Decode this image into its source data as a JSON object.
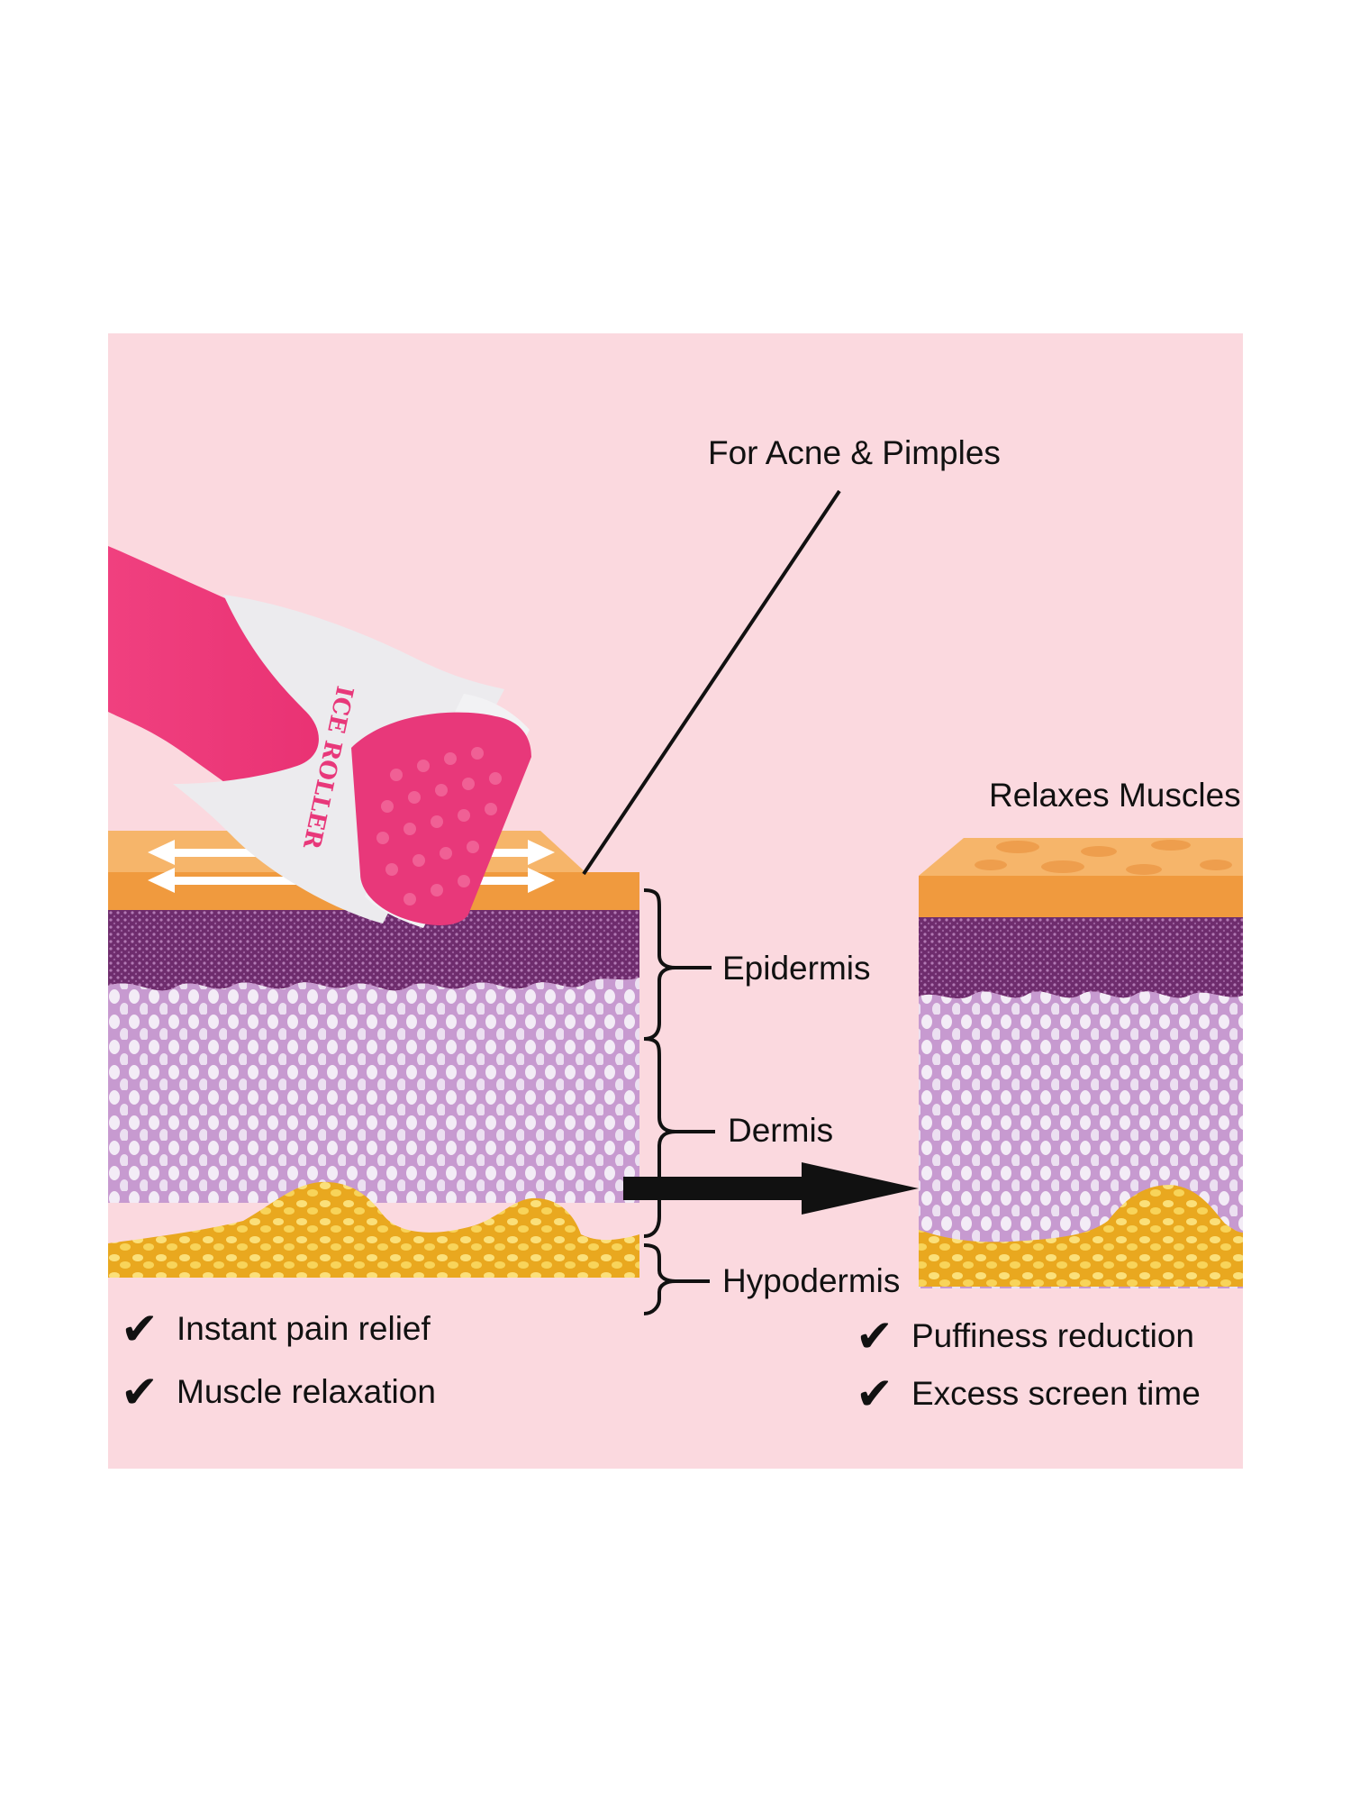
{
  "callouts": {
    "acne": "For Acne & Pimples",
    "relax": "Relaxes Muscles"
  },
  "layers": {
    "epidermis": "Epidermis",
    "dermis": "Dermis",
    "hypodermis": "Hypodermis"
  },
  "product": {
    "brand_text": "ICE ROLLER"
  },
  "benefits_left": [
    {
      "label": "Instant pain relief"
    },
    {
      "label": "Muscle relaxation"
    }
  ],
  "benefits_right": [
    {
      "label": "Puffiness reduction"
    },
    {
      "label": "Excess screen time"
    }
  ],
  "colors": {
    "background": "#fbd9df",
    "roller_pink": "#e8387a",
    "skin_surface": "#f3a04a",
    "epidermis": "#6b2a6a",
    "dermis": "#d7b0d9",
    "hypodermis": "#f5c63a"
  }
}
